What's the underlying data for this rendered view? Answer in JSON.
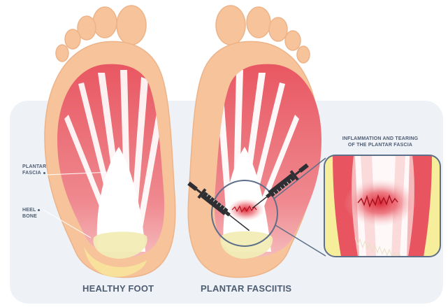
{
  "labels": {
    "plantar_fascia_line1": "PLANTAR",
    "plantar_fascia_line2": "FASCIA",
    "heel_bone_line1": "HEEL",
    "heel_bone_line2": "BONE",
    "inset_title_line1": "INFLAMMATION AND TEARING",
    "inset_title_line2": "OF THE PLANTAR FASCIA",
    "healthy_caption": "HEALTHY FOOT",
    "fasciitis_caption": "PLANTAR FASCIITIS"
  },
  "colors": {
    "panel_background": "#eef1f6",
    "skin": "#f7c39b",
    "skin_outline": "#edb389",
    "muscle_red": "#e8545f",
    "muscle_pink": "#f1a3a8",
    "fascia_white": "#ffffff",
    "heel_bone": "#f1ecb5",
    "inflammation": "#d91a2a",
    "caption_text": "#4f5d73",
    "magnifier_outline": "#5d6f89",
    "syringe_body": "#2f2f33"
  }
}
